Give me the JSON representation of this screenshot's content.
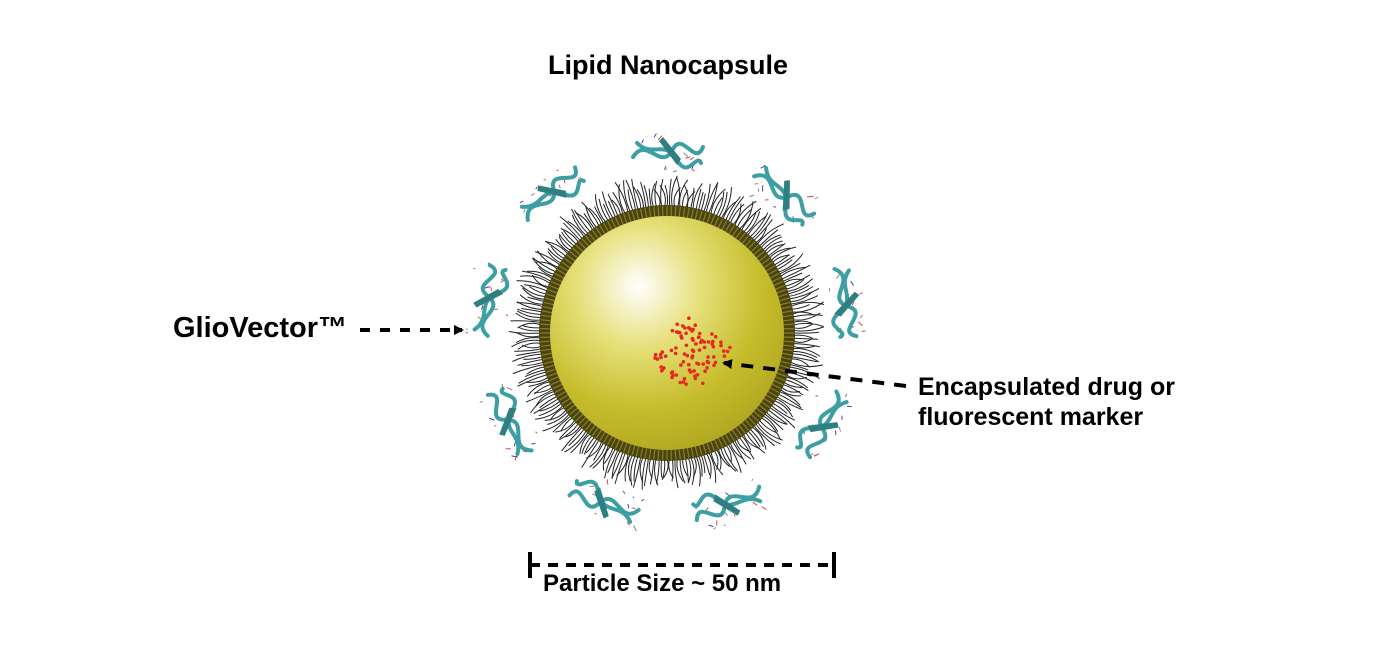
{
  "diagram": {
    "title": "Lipid Nanocapsule",
    "vector_label": "GlioVector™",
    "payload_label_line1": "Encapsulated drug or",
    "payload_label_line2": "fluorescent marker",
    "size_label": "Particle Size ~ 50 nm",
    "colors": {
      "core": "#c6bd2c",
      "core_highlight": "#ffffff",
      "shell": "#4a4312",
      "lipid_tails": "#222222",
      "peptide": "#3d9fa3",
      "payload": "#e82a1e",
      "text": "#000000"
    },
    "peptide_count": 9
  }
}
